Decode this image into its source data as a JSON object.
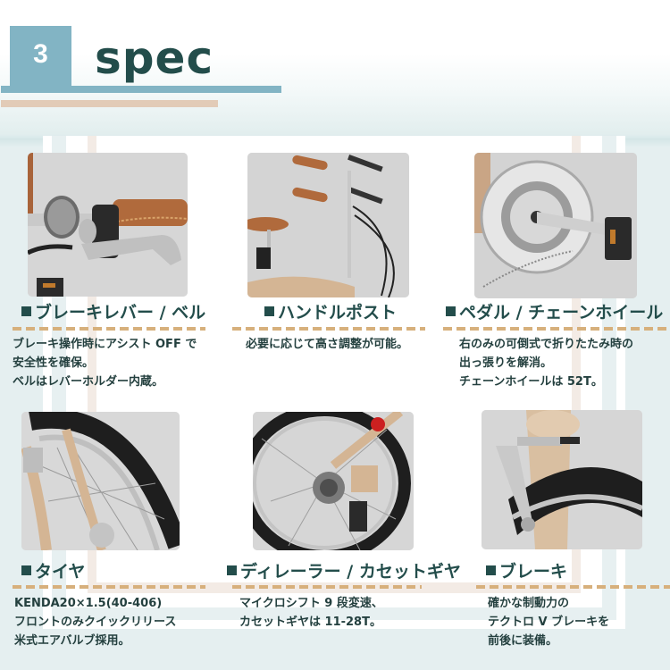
{
  "header": {
    "section_number": "3",
    "title": "spec"
  },
  "colors": {
    "accent_blue": "#82b4c4",
    "accent_beige": "#e2cbb7",
    "title_text": "#234d4b",
    "dash": "#d7b07c",
    "backdrop": "#e5eff0"
  },
  "cards": [
    {
      "title": "ブレーキレバー / ベル",
      "image_alt": "brake-lever-and-bell-photo",
      "lines": [
        "ブレーキ操作時にアシスト OFF で",
        "安全性を確保。",
        "ベルはレバーホルダー内蔵。"
      ]
    },
    {
      "title": "ハンドルポスト",
      "image_alt": "handle-post-photo",
      "lines": [
        "必要に応じて高さ調整が可能。"
      ]
    },
    {
      "title": "ペダル / チェーンホイール",
      "image_alt": "pedal-and-chainwheel-photo",
      "lines": [
        "右のみの可倒式で折りたたみ時の",
        "出っ張りを解消。",
        "チェーンホイールは 52T。"
      ]
    },
    {
      "title": "タイヤ",
      "image_alt": "tire-photo",
      "lines": [
        "KENDA20×1.5(40-406)",
        "フロントのみクイックリリース",
        "米式エアバルブ採用。"
      ]
    },
    {
      "title": "ディレーラー / カセットギヤ",
      "image_alt": "derailleur-and-cassette-photo",
      "lines": [
        "マイクロシフト 9 段変速、",
        "カセットギヤは 11-28T。"
      ]
    },
    {
      "title": "ブレーキ",
      "image_alt": "v-brake-photo",
      "lines": [
        "確かな制動力の",
        "テクトロ V ブレーキを",
        "前後に装備。"
      ]
    }
  ]
}
